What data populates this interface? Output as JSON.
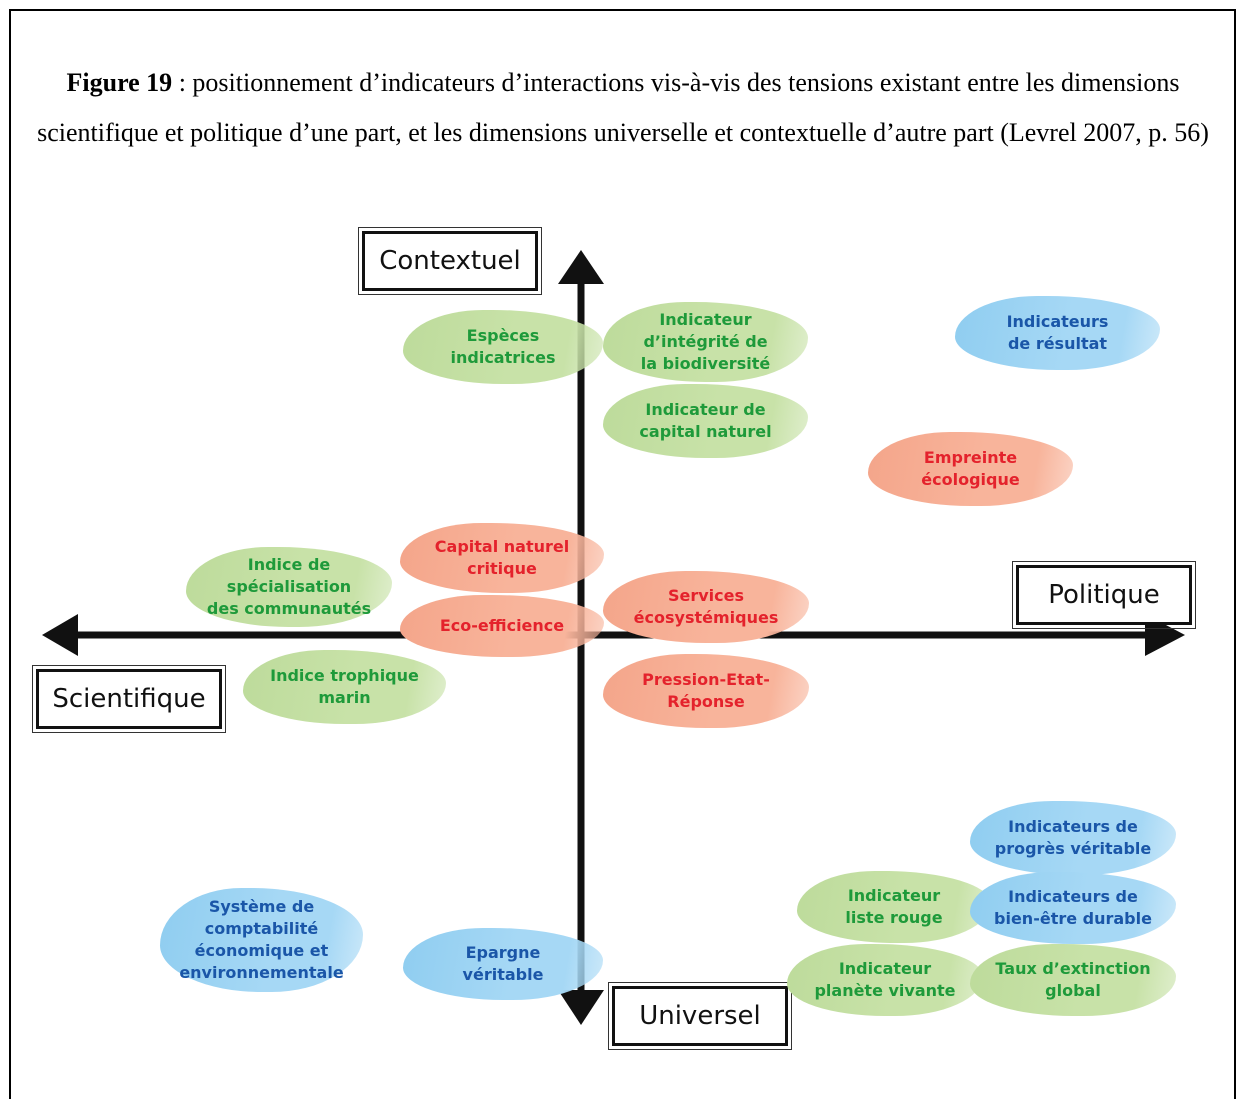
{
  "caption": {
    "figure_label": "Figure 19",
    "text": " : positionnement d’indicateurs d’interactions vis-à-vis des tensions existant entre les dimensions scientifique et politique d’une part, et les dimensions universelle et contextuelle d’autre part (Levrel 2007, p. 56)"
  },
  "axes": {
    "top": "Contextuel",
    "right": "Politique",
    "left": "Scientifique",
    "bottom": "Universel"
  },
  "colors": {
    "green_text": "#1e9a3a",
    "red_text": "#e4222c",
    "blue_text": "#1a56a8",
    "axis": "#111111"
  },
  "indicators": {
    "especes": "Espèces\nindicatrices",
    "integrite": "Indicateur\nd’intégrité de\nla biodiversité",
    "resultat": "Indicateurs\nde résultat",
    "capital": "Indicateur de\ncapital naturel",
    "empreinte": "Empreinte\nécologique",
    "capital_critique": "Capital naturel\ncritique",
    "specialisation": "Indice de\nspécialisation\ndes communautés",
    "services": "Services\nécosystémiques",
    "eco": "Eco-efficience",
    "trophique": "Indice trophique\nmarin",
    "per": "Pression-Etat-\nRéponse",
    "progres": "Indicateurs de\nprogrès véritable",
    "rouge": "Indicateur\nliste rouge",
    "bienetre": "Indicateurs de\nbien-être durable",
    "comptabilite": "Système de\ncomptabilité\néconomique et\nenvironnementale",
    "epargne": "Epargne\nvéritable",
    "planete": "Indicateur\nplanète vivante",
    "extinction": "Taux d’extinction\nglobal"
  }
}
